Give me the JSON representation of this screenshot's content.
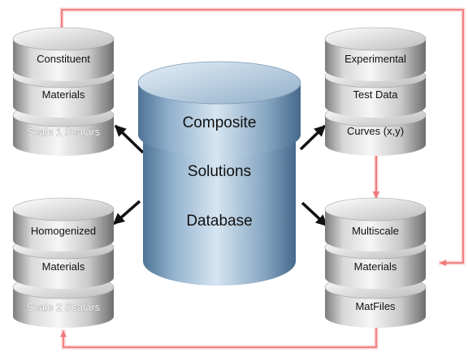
{
  "central": {
    "labels": [
      "Composite",
      "Solutions",
      "Database"
    ]
  },
  "stacks": {
    "top_left": {
      "labels": [
        "Constituent",
        "Materials",
        "Scale 1 Scalars"
      ]
    },
    "top_right": {
      "labels": [
        "Experimental",
        "Test Data",
        "Curves (x,y)"
      ]
    },
    "bottom_left": {
      "labels": [
        "Homogenized",
        "Materials",
        "Scale 2 Scalars"
      ]
    },
    "bottom_right": {
      "labels": [
        "Multiscale",
        "Materials",
        "MatFiles"
      ]
    }
  },
  "colors": {
    "flow_line": "#f07a7a",
    "flow_line_glow": "#fbd3d3",
    "arrow": "#111111",
    "cylinder_light": "#f4f4f4",
    "cylinder_dark": "#8e8e8e",
    "central_light": "#c9dcec",
    "central_dark": "#5b7fa2"
  }
}
